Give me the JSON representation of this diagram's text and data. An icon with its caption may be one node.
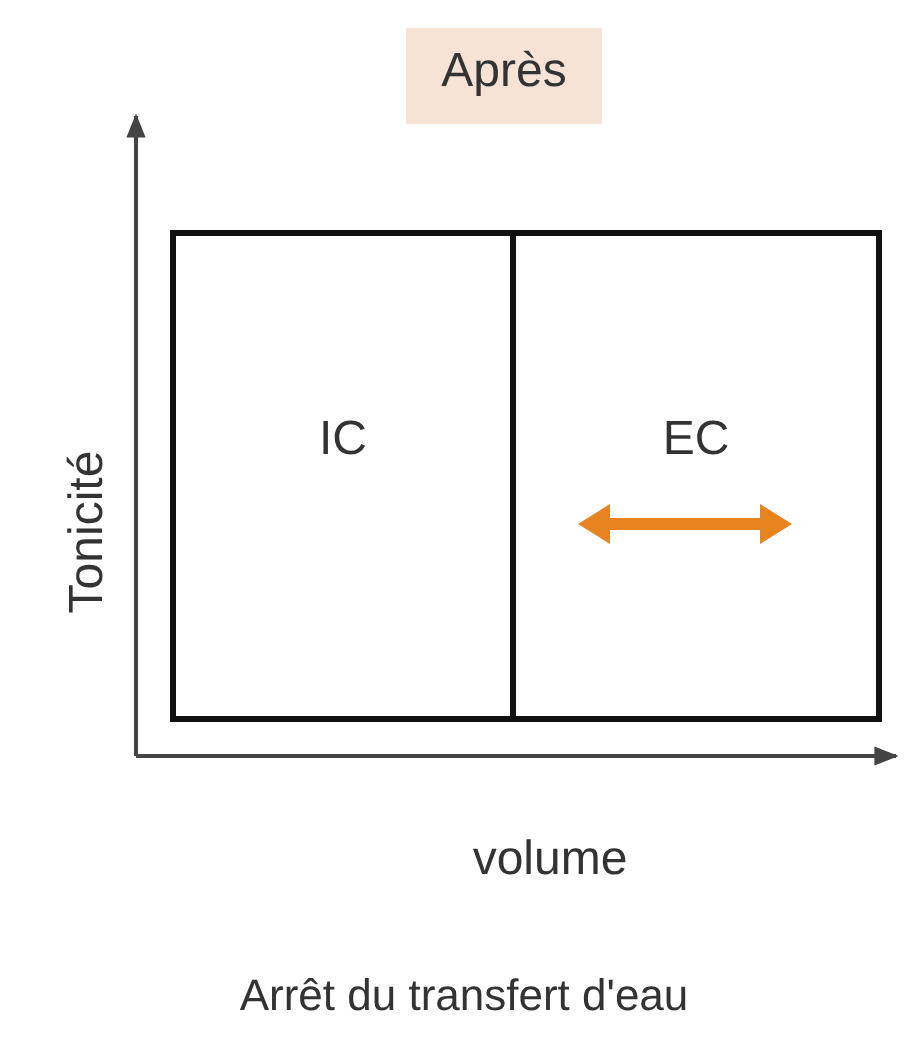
{
  "diagram": {
    "nodes": [
      {
        "text": [
          "Après"
        ]
      },
      {
        "text": [
          "IC"
        ]
      },
      {
        "text": [
          "EC"
        ]
      }
    ],
    "labels": [
      "Tonicité",
      "volume",
      "Arrêt du transfert d'eau"
    ]
  }
}
